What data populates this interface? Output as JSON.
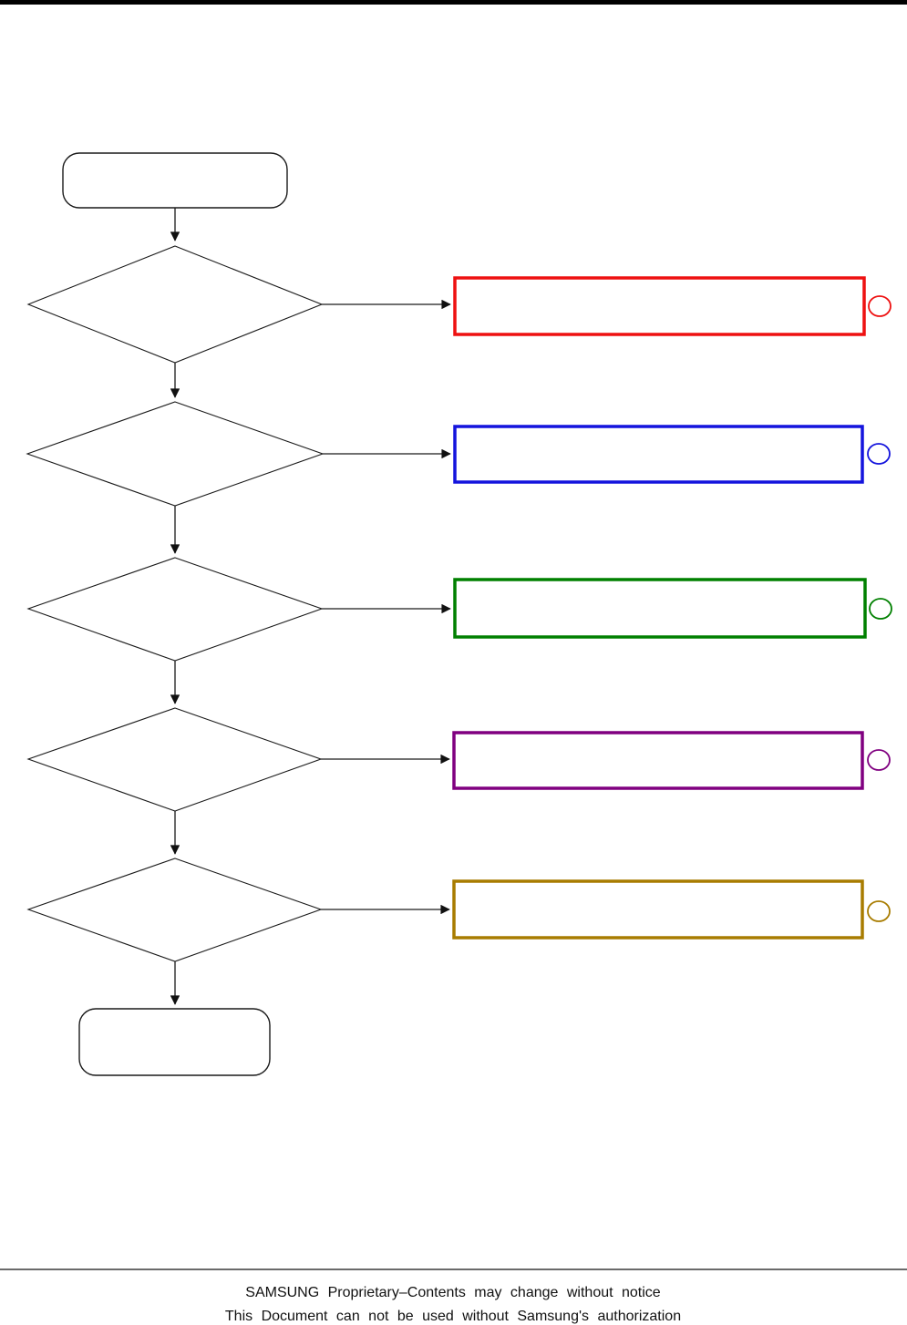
{
  "page": {
    "top_bar_color": "#000000",
    "background_color": "#ffffff"
  },
  "flowchart": {
    "line_color": "#1a1a1a",
    "branches": [
      {
        "id": 1,
        "box_color": "#ee1111"
      },
      {
        "id": 2,
        "box_color": "#1414dd"
      },
      {
        "id": 3,
        "box_color": "#008000"
      },
      {
        "id": 4,
        "box_color": "#800080"
      },
      {
        "id": 5,
        "box_color": "#a87c00"
      }
    ]
  },
  "footer": {
    "line1": "SAMSUNG Proprietary–Contents may change without notice",
    "line2": "This Document can not be used without Samsung's authorization"
  }
}
